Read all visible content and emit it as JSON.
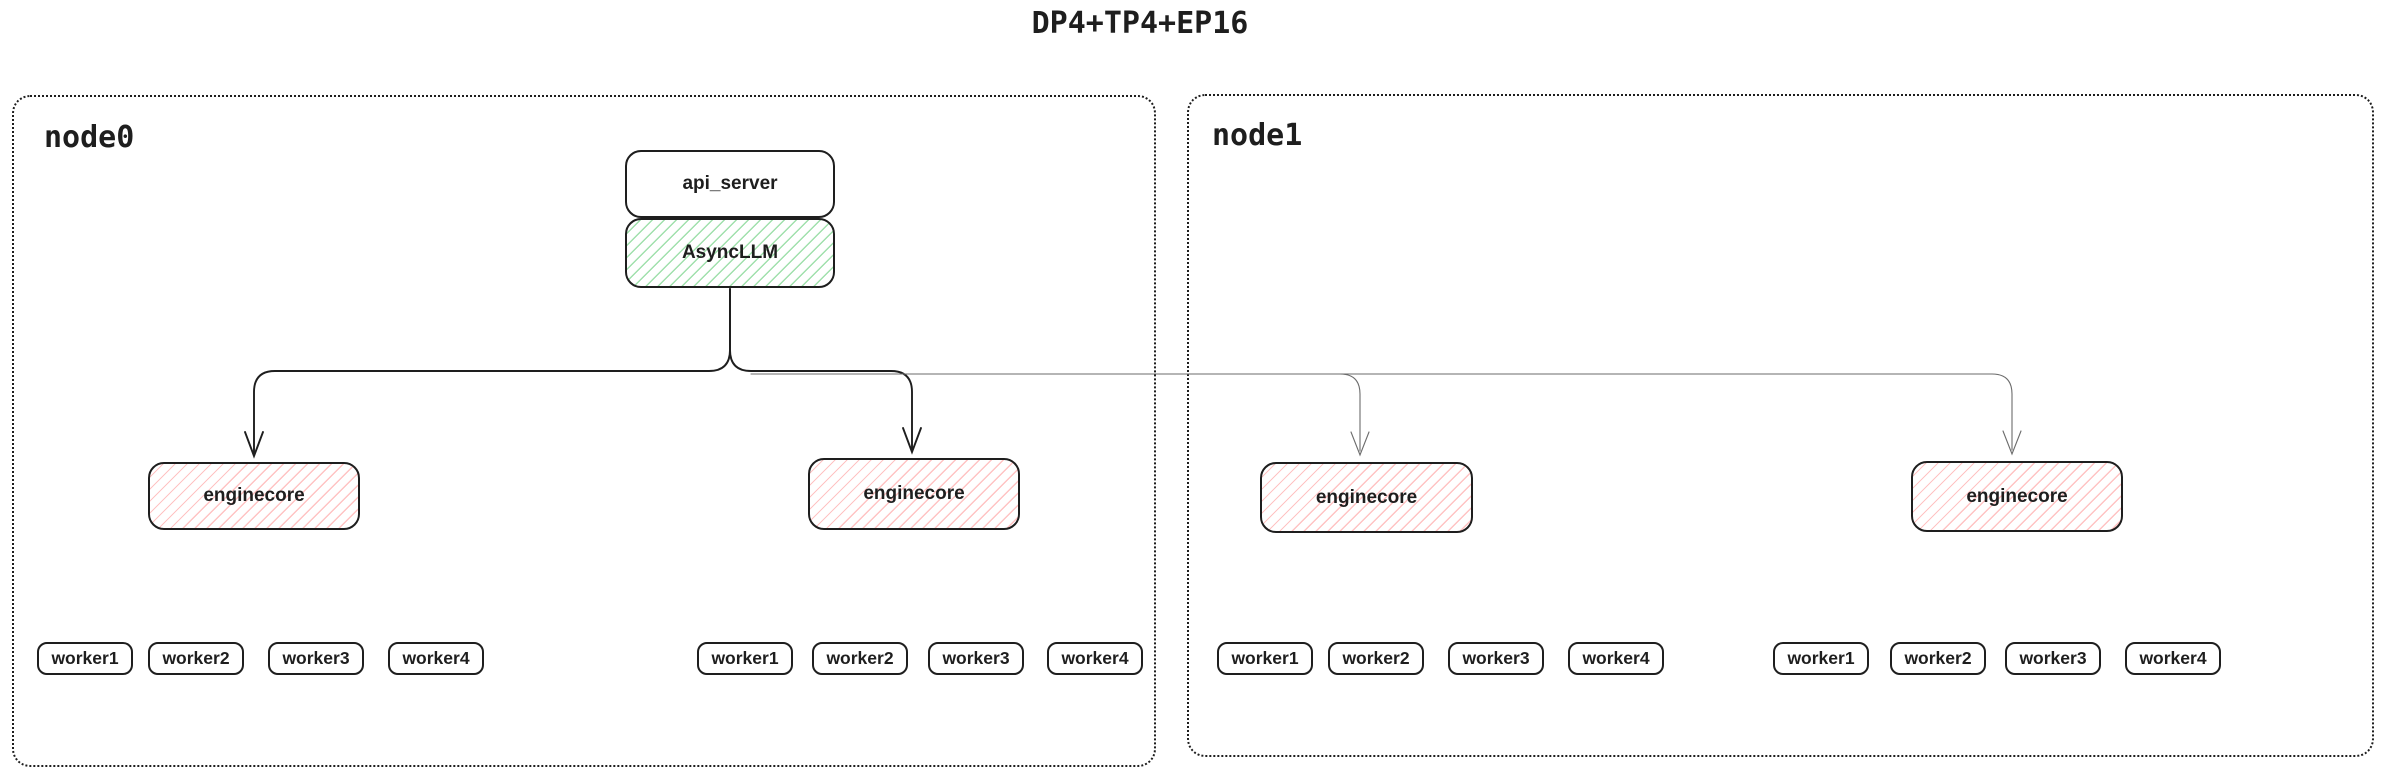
{
  "title": "DP4+TP4+EP16",
  "colors": {
    "ink": "#1e1e1e",
    "node0_connector": "#1e1e1e",
    "node1_connector": "#6b6b6b",
    "green_hatch": "#52c768",
    "red_hatch": "#ff6969"
  },
  "api_server": {
    "label": "api_server"
  },
  "async_llm": {
    "label": "AsyncLLM"
  },
  "nodes": [
    {
      "label": "node0",
      "enginecores": [
        {
          "label": "enginecore",
          "workers": [
            "worker1",
            "worker2",
            "worker3",
            "worker4"
          ]
        },
        {
          "label": "enginecore",
          "workers": [
            "worker1",
            "worker2",
            "worker3",
            "worker4"
          ]
        }
      ]
    },
    {
      "label": "node1",
      "enginecores": [
        {
          "label": "enginecore",
          "workers": [
            "worker1",
            "worker2",
            "worker3",
            "worker4"
          ]
        },
        {
          "label": "enginecore",
          "workers": [
            "worker1",
            "worker2",
            "worker3",
            "worker4"
          ]
        }
      ]
    }
  ]
}
